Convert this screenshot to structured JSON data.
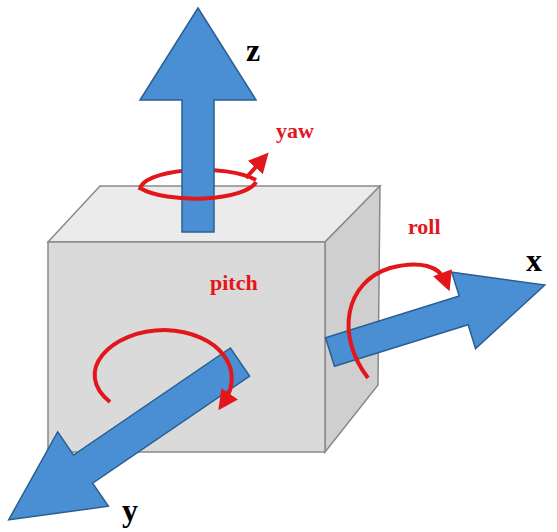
{
  "diagram": {
    "labels": [
      "z",
      "yaw",
      "roll",
      "x",
      "pitch",
      "y"
    ]
  }
}
